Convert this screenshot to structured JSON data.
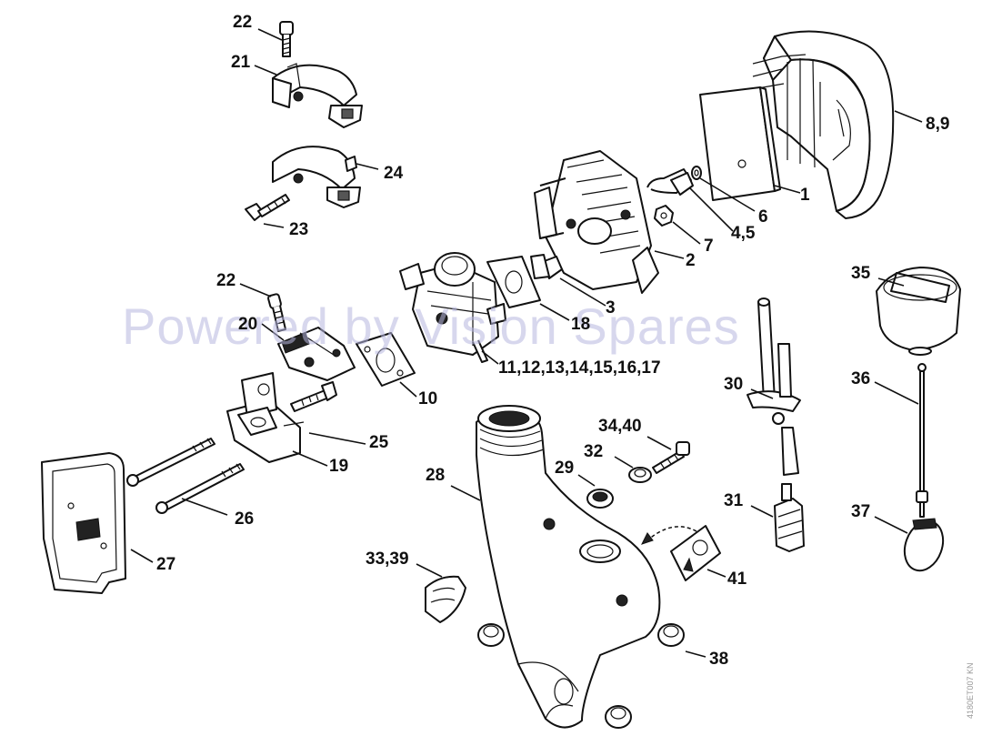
{
  "watermark": "Powered by Vision Spares",
  "side_code": "4180ET007 KN",
  "callouts": {
    "c1": "1",
    "c2": "2",
    "c3": "3",
    "c4_5": "4,5",
    "c6": "6",
    "c7": "7",
    "c8_9": "8,9",
    "c10": "10",
    "c11_17": "11,12,13,14,15,16,17",
    "c18": "18",
    "c19": "19",
    "c20": "20",
    "c21": "21",
    "c22a": "22",
    "c22b": "22",
    "c23": "23",
    "c24": "24",
    "c25": "25",
    "c26": "26",
    "c27": "27",
    "c28": "28",
    "c29": "29",
    "c30": "30",
    "c31": "31",
    "c32": "32",
    "c33_39": "33,39",
    "c34_40": "34,40",
    "c35": "35",
    "c36": "36",
    "c37": "37",
    "c38": "38",
    "c41": "41"
  }
}
